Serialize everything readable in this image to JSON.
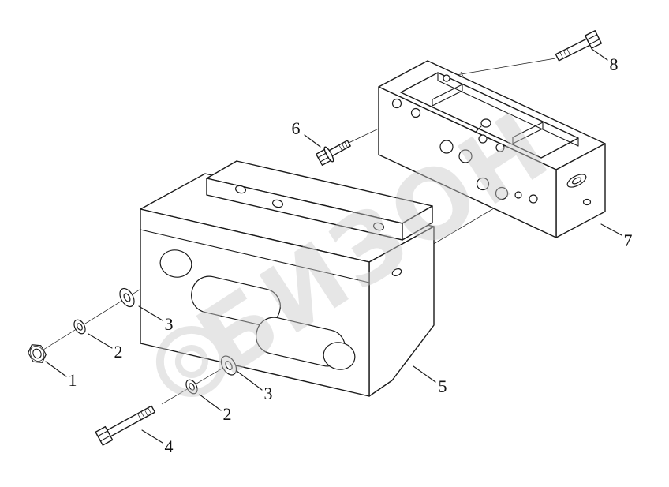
{
  "figure": {
    "watermark": {
      "text": "БИЗОН",
      "color": "#c9c9c9"
    },
    "callouts": [
      {
        "label": "1"
      },
      {
        "label": "2"
      },
      {
        "label": "3"
      },
      {
        "label": "4"
      },
      {
        "label": "2"
      },
      {
        "label": "3"
      },
      {
        "label": "5"
      },
      {
        "label": "6"
      },
      {
        "label": "7"
      },
      {
        "label": "8"
      }
    ]
  }
}
